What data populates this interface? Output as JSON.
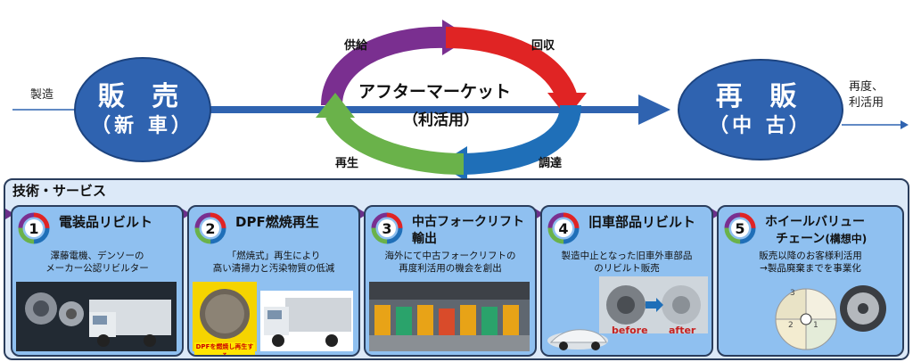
{
  "flow": {
    "in_label": "製造",
    "out_label_line1": "再度、",
    "out_label_line2": "利活用"
  },
  "left_node": {
    "line1": "販 売",
    "line2": "（新 車）"
  },
  "right_node": {
    "line1": "再 販",
    "line2": "（中 古）"
  },
  "cycle": {
    "title": "アフターマーケット",
    "subtitle": "（利活用）",
    "labels": {
      "top_left": "供給",
      "top_right": "回収",
      "bottom_right": "調達",
      "bottom_left": "再生"
    },
    "colors": {
      "purple": "#7a2f90",
      "red": "#e02424",
      "blue": "#1f6fb8",
      "green": "#6ab24a"
    }
  },
  "services": {
    "title": "技術・サービス",
    "cards": [
      {
        "num": "1",
        "title": "電装品リビルト",
        "desc1": "澤藤電機、デンソーの",
        "desc2": "メーカー公認リビルター",
        "photo_caption": ""
      },
      {
        "num": "2",
        "title": "DPF燃焼再生",
        "desc1": "「燃焼式」再生により",
        "desc2": "高い清掃力と汚染物質の低減",
        "photo_caption": "DPFを燃焼し再生する"
      },
      {
        "num": "3",
        "title": "中古フォークリフト",
        "title2": "輸出",
        "desc1": "海外にて中古フォークリフトの",
        "desc2": "再度利活用の機会を創出",
        "photo_caption": ""
      },
      {
        "num": "4",
        "title": "旧車部品リビルト",
        "desc1": "製造中止となった旧車外車部品",
        "desc2": "のリビルト販売",
        "before": "before",
        "after": "after"
      },
      {
        "num": "5",
        "title": "ホイールバリュー",
        "title2": "チェーン",
        "title2b": "(構想中)",
        "desc1": "販売以降のお客様利活用",
        "desc2": "→製品廃棄までを事業化",
        "pie": [
          "3",
          "2",
          "1"
        ]
      }
    ]
  }
}
